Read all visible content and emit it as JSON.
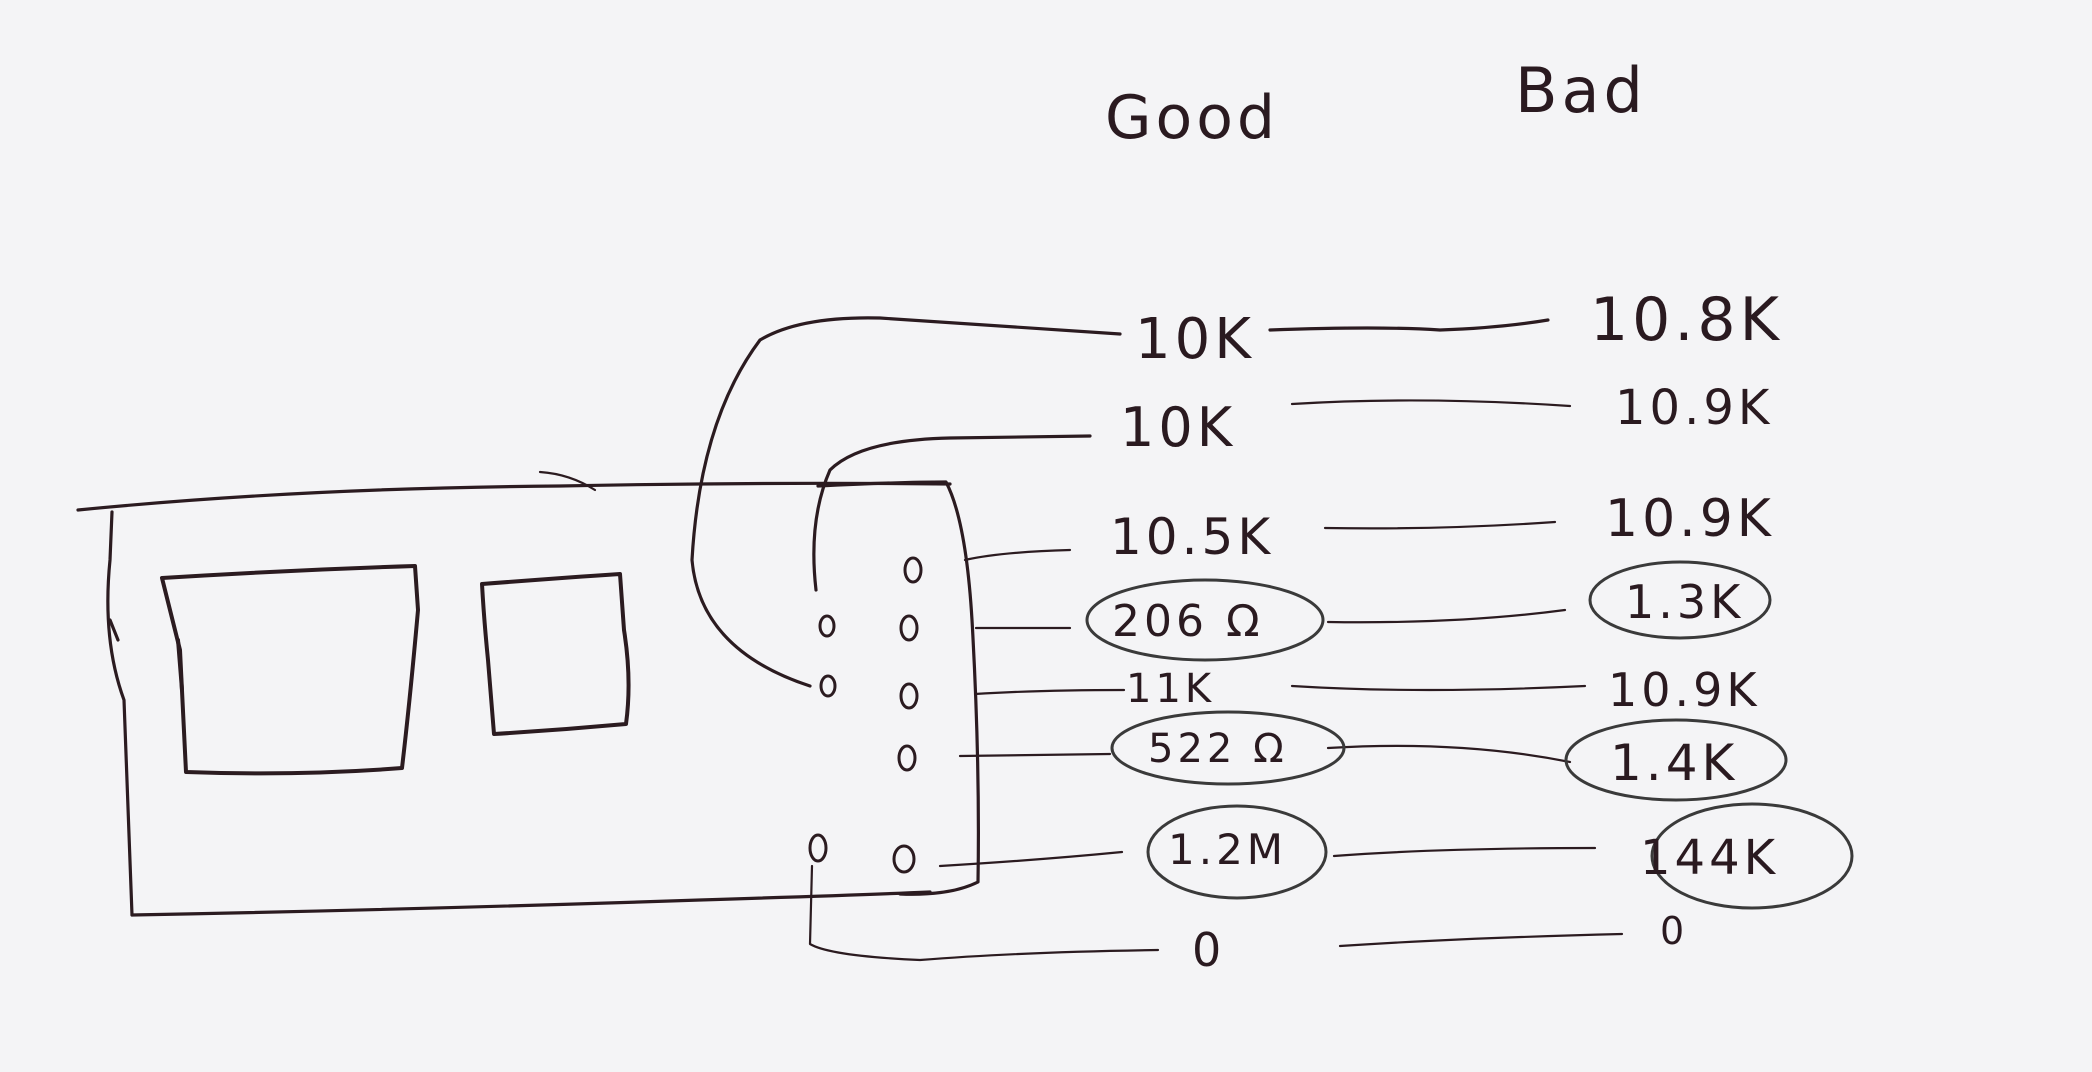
{
  "headers": {
    "good": "Good",
    "bad": "Bad"
  },
  "rows": [
    {
      "id": "r1",
      "good": "10K",
      "bad": "10.8K",
      "good_circled": false,
      "bad_circled": false
    },
    {
      "id": "r2",
      "good": "10K",
      "bad": "10.9K",
      "good_circled": false,
      "bad_circled": false
    },
    {
      "id": "r3",
      "good": "10.5K",
      "bad": "10.9K",
      "good_circled": false,
      "bad_circled": false
    },
    {
      "id": "r4",
      "good": "206 Ω",
      "bad": "1.3K",
      "good_circled": true,
      "bad_circled": true
    },
    {
      "id": "r5",
      "good": "11K",
      "bad": "10.9K",
      "good_circled": false,
      "bad_circled": false
    },
    {
      "id": "r6",
      "good": "522 Ω",
      "bad": "1.4K",
      "good_circled": true,
      "bad_circled": true
    },
    {
      "id": "r7",
      "good": "1.2M",
      "bad": "144K",
      "good_circled": true,
      "bad_circled": true
    },
    {
      "id": "r8",
      "good": "0",
      "bad": "0",
      "good_circled": false,
      "bad_circled": false
    }
  ],
  "colors": {
    "ink": "#2b1b20",
    "paper": "#f4f4f6"
  }
}
